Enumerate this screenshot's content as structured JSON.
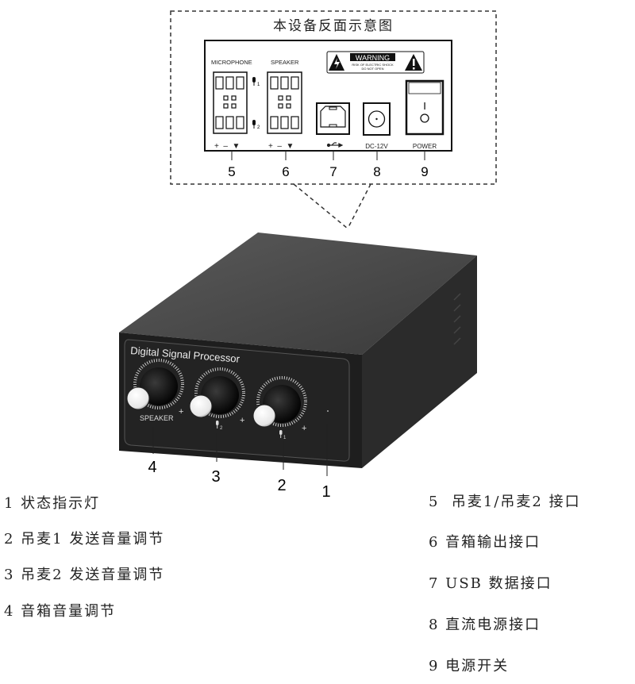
{
  "rear_view": {
    "title": "本设备反面示意图",
    "microphone_label": "MICROPHONE",
    "speaker_label": "SPEAKER",
    "mic1_sub": "1",
    "mic2_sub": "2",
    "warning": {
      "title": "WARNING",
      "line1": "RISK OF ELECTRIC SHOCK",
      "line2": "DO NOT OPEN"
    },
    "terminal_polarity": "+  –  ▼",
    "dc_label": "DC-12V",
    "power_label": "POWER",
    "switch_on": "I",
    "callouts": [
      "5",
      "6",
      "7",
      "8",
      "9"
    ]
  },
  "front_view": {
    "brand_text": "Digital Signal Processor",
    "speaker_label": "SPEAKER",
    "plus": "+",
    "mic2_sub": "2",
    "mic1_sub": "1",
    "callouts": [
      "4",
      "3",
      "2",
      "1"
    ]
  },
  "legend": {
    "left": [
      "1 状态指示灯",
      "2 吊麦1 发送音量调节",
      "3 吊麦2 发送音量调节",
      "4 音箱音量调节"
    ],
    "right": [
      "5  吊麦1/吊麦2 接口",
      "6 音箱输出接口",
      "7 USB 数据接口",
      "8 直流电源接口",
      "9 电源开关"
    ]
  },
  "colors": {
    "top": "#4a4a4a",
    "front": "#1e1e1e",
    "side": "#2b2b2b",
    "line": "#333333"
  }
}
